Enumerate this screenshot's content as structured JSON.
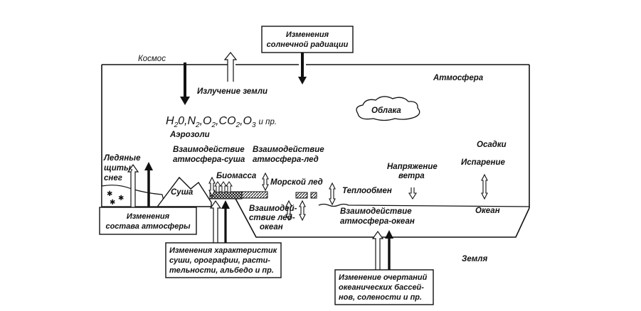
{
  "diagram": {
    "top_box": [
      "Изменения",
      "солнечной радиации"
    ],
    "space": "Космос",
    "atmosphere": "Атмосфера",
    "earth_radiation": "Излучение земли",
    "gases": {
      "h": "H",
      "h_sub": "2",
      "o_after_h": "0,",
      "n": "N",
      "n_sub": "2",
      "comma1": ",",
      "o2": "O",
      "o2_sub": "2",
      "comma2": ",",
      "co": "CO",
      "co_sub": "2",
      "comma3": ",",
      "o3": "O",
      "o3_sub": "3",
      "tail": "и пр."
    },
    "aerosols": "Аэрозоли",
    "clouds": "Облака",
    "precipitation": "Осадки",
    "evaporation": "Испарение",
    "wind_stress": [
      "Напряжение",
      "ветра"
    ],
    "atm_land": [
      "Взаимодействие",
      "атмосфера-суша"
    ],
    "atm_ice": [
      "Взаимодействие",
      "атмосфера-лед"
    ],
    "ice_sheets": [
      "Ледяные",
      "щиты,",
      "снег"
    ],
    "biomass": "Биомасса",
    "land": "Суша",
    "sea_ice": "Морской лед",
    "heat_exchange": "Теплообмен",
    "ocean": "Океан",
    "ice_ocean": [
      "Взаимодей-",
      "ствие лед-",
      "океан"
    ],
    "atm_ocean": [
      "Взаимодействие",
      "атмосфера-океан"
    ],
    "earth": "Земля",
    "box_composition": [
      "Изменения",
      "состава атмосферы"
    ],
    "box_land": [
      "Изменения характеристик",
      "суши, орографии, расти-",
      "тельности, альбедо и пр."
    ],
    "box_ocean": [
      "Изменение очертаний",
      "океанических бассей-",
      "нов, солености и пр."
    ]
  }
}
